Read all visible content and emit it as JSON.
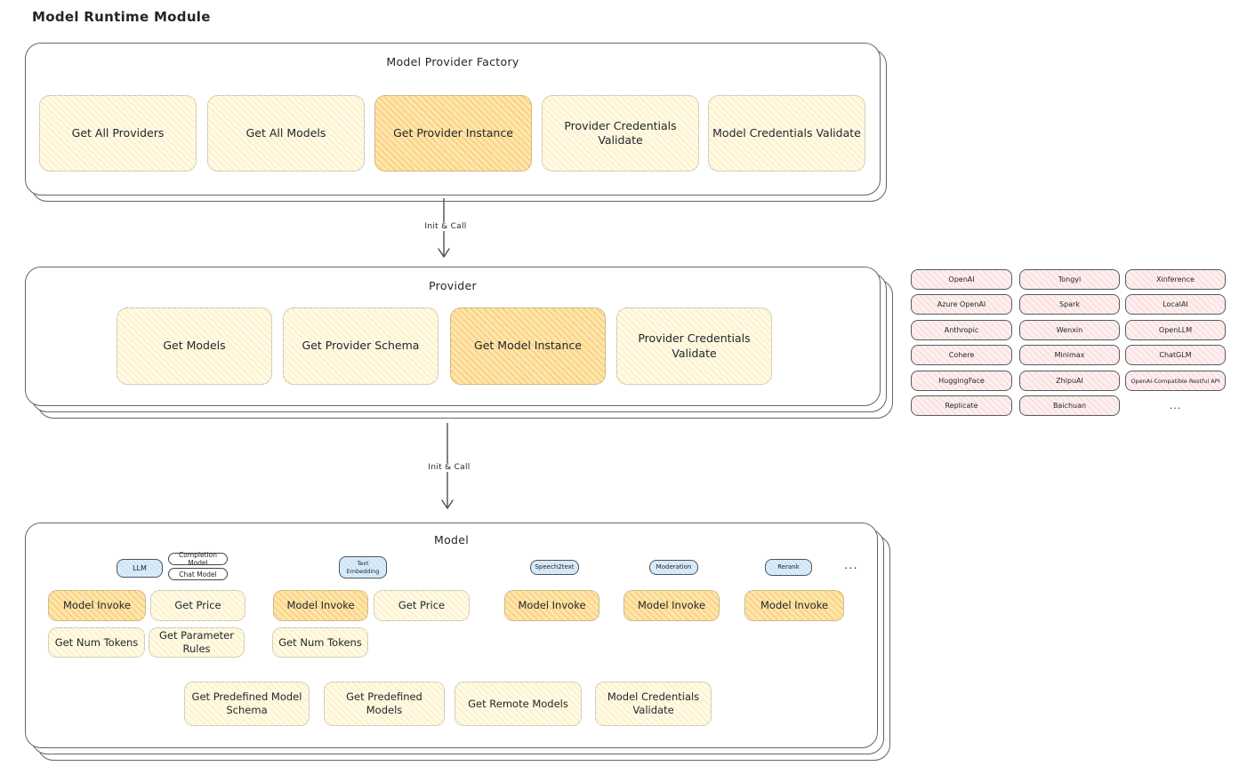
{
  "page": {
    "title": "Model Runtime Module"
  },
  "arrow_label": "Init & Call",
  "factory": {
    "title": "Model Provider Factory",
    "buttons": [
      {
        "label": "Get All Providers"
      },
      {
        "label": "Get All Models"
      },
      {
        "label": "Get Provider Instance"
      },
      {
        "label": "Provider Credentials Validate"
      },
      {
        "label": "Model Credentials Validate"
      }
    ]
  },
  "provider": {
    "title": "Provider",
    "buttons": [
      {
        "label": "Get Models"
      },
      {
        "label": "Get Provider Schema"
      },
      {
        "label": "Get Model Instance"
      },
      {
        "label": "Provider Credentials Validate"
      }
    ]
  },
  "providers_grid": {
    "items": [
      "OpenAI",
      "Tongyi",
      "Xinference",
      "Azure OpenAI",
      "Spark",
      "LocalAI",
      "Anthropic",
      "Wenxin",
      "OpenLLM",
      "Cohere",
      "Minimax",
      "ChatGLM",
      "HuggingFace",
      "ZhipuAI",
      "OpenAI-Compatible Restful API",
      "Replicate",
      "Baichuan"
    ],
    "more_label": "..."
  },
  "model": {
    "title": "Model",
    "tags": {
      "llm": "LLM",
      "completion": "Completion Model",
      "chat": "Chat Model",
      "text_embedding": "Text Embedding",
      "speech2text": "Speech2text",
      "moderation": "Moderation",
      "rerank": "Rerank",
      "more": "..."
    },
    "nodes": {
      "model_invoke": "Model Invoke",
      "get_price": "Get Price",
      "get_num_tokens": "Get Num Tokens",
      "get_parameter_rules": "Get Parameter Rules",
      "get_predefined_model_schema": "Get Predefined Model Schema",
      "get_predefined_models": "Get Predefined Models",
      "get_remote_models": "Get Remote Models",
      "model_credentials_validate": "Model Credentials Validate"
    }
  },
  "colors": {
    "node_fill": "#fffbea",
    "node_hatch": "#f7c948",
    "node_highlight_fill": "#ffedc2",
    "provider_chip_fill": "#fdf0f0",
    "provider_chip_hatch": "#f4b6b6",
    "tag_blue_fill": "#ddeefb",
    "outline": "#60666d",
    "text": "#22262b"
  }
}
